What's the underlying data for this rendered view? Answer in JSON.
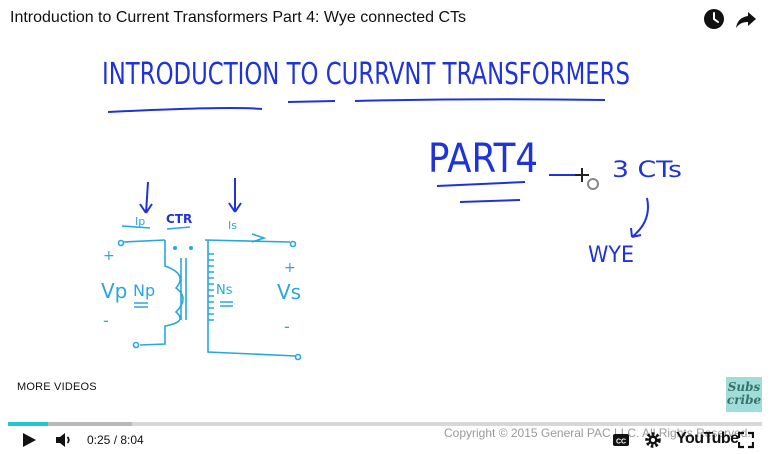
{
  "video": {
    "title": "Introduction to Current Transformers Part 4: Wye connected CTs"
  },
  "whiteboard": {
    "heading": "INTRODUCTION TO CURRVNT TRANSFORMERS",
    "part_label": "PART4",
    "three_cts": "3 CTs",
    "wye": "WYE",
    "ctr_label": "CTR",
    "ip_label": "Ip",
    "is_label": "Is",
    "vp_label": "Vp",
    "np_label": "Np",
    "ns_label": "Ns",
    "vs_label": "Vs",
    "plus": "+",
    "minus": "-"
  },
  "overlay": {
    "more_videos": "MORE VIDEOS",
    "subscribe": "Subs cribe",
    "copyright": "Copyright © 2015 General PAC LLC. All Rights Reserved."
  },
  "player": {
    "current_time": "0:25",
    "duration": "8:04",
    "time_display": "0:25 / 8:04",
    "played_fraction": 0.053,
    "buffered_fraction": 0.165,
    "accent_color": "#22c6cf",
    "logo_text": "YouTube"
  },
  "icons": {
    "watch_later": "clock-icon",
    "share": "share-icon",
    "play": "play-icon",
    "volume": "volume-icon",
    "captions": "cc-icon",
    "settings": "gear-icon",
    "fullscreen": "fullscreen-icon"
  }
}
